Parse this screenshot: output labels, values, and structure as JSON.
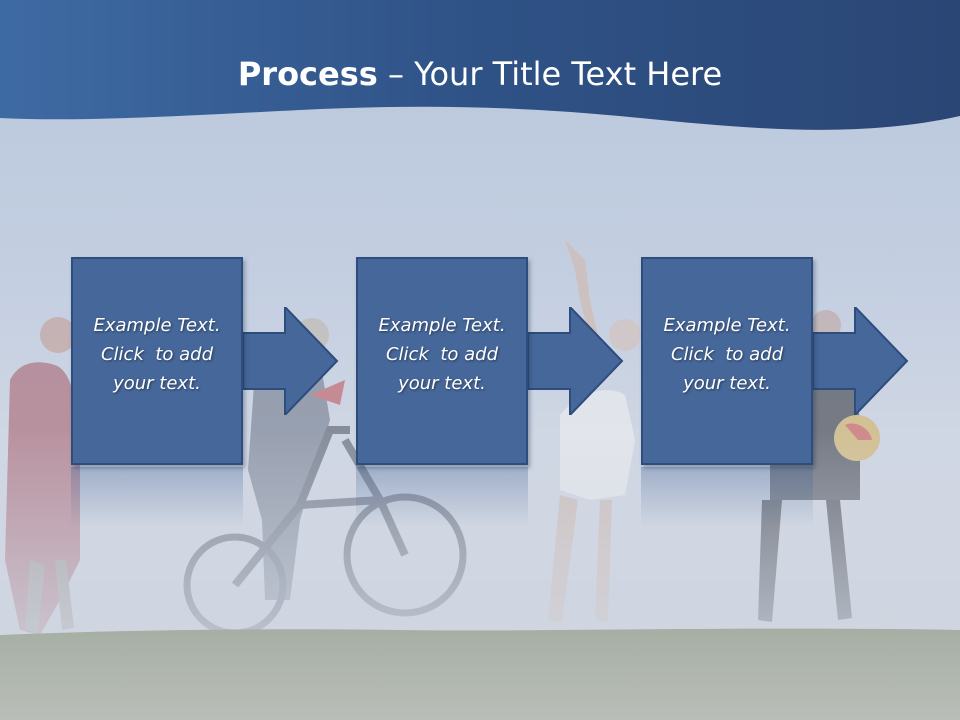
{
  "slide": {
    "title_bold": "Process",
    "title_rest": " – Your Title Text Here",
    "steps": [
      {
        "lines": [
          "Example Text.",
          "Click  to add",
          "your text."
        ]
      },
      {
        "lines": [
          "Example Text.",
          "Click  to add",
          "your text."
        ]
      },
      {
        "lines": [
          "Example Text.",
          "Click  to add",
          "your text."
        ]
      }
    ]
  },
  "colors": {
    "header_band": "#3a5f93",
    "block_fill": "#46679a",
    "block_border": "#2e4c7c",
    "text": "#ffffff"
  },
  "icons": [
    "right-arrow-icon"
  ]
}
